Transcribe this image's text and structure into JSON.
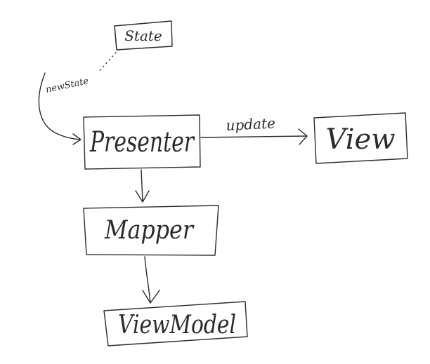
{
  "nodes": {
    "state": "State",
    "presenter": "Presenter",
    "view": "View",
    "mapper": "Mapper",
    "view_model": "ViewModel"
  },
  "edges": {
    "new_state": "newState",
    "update": "update"
  }
}
